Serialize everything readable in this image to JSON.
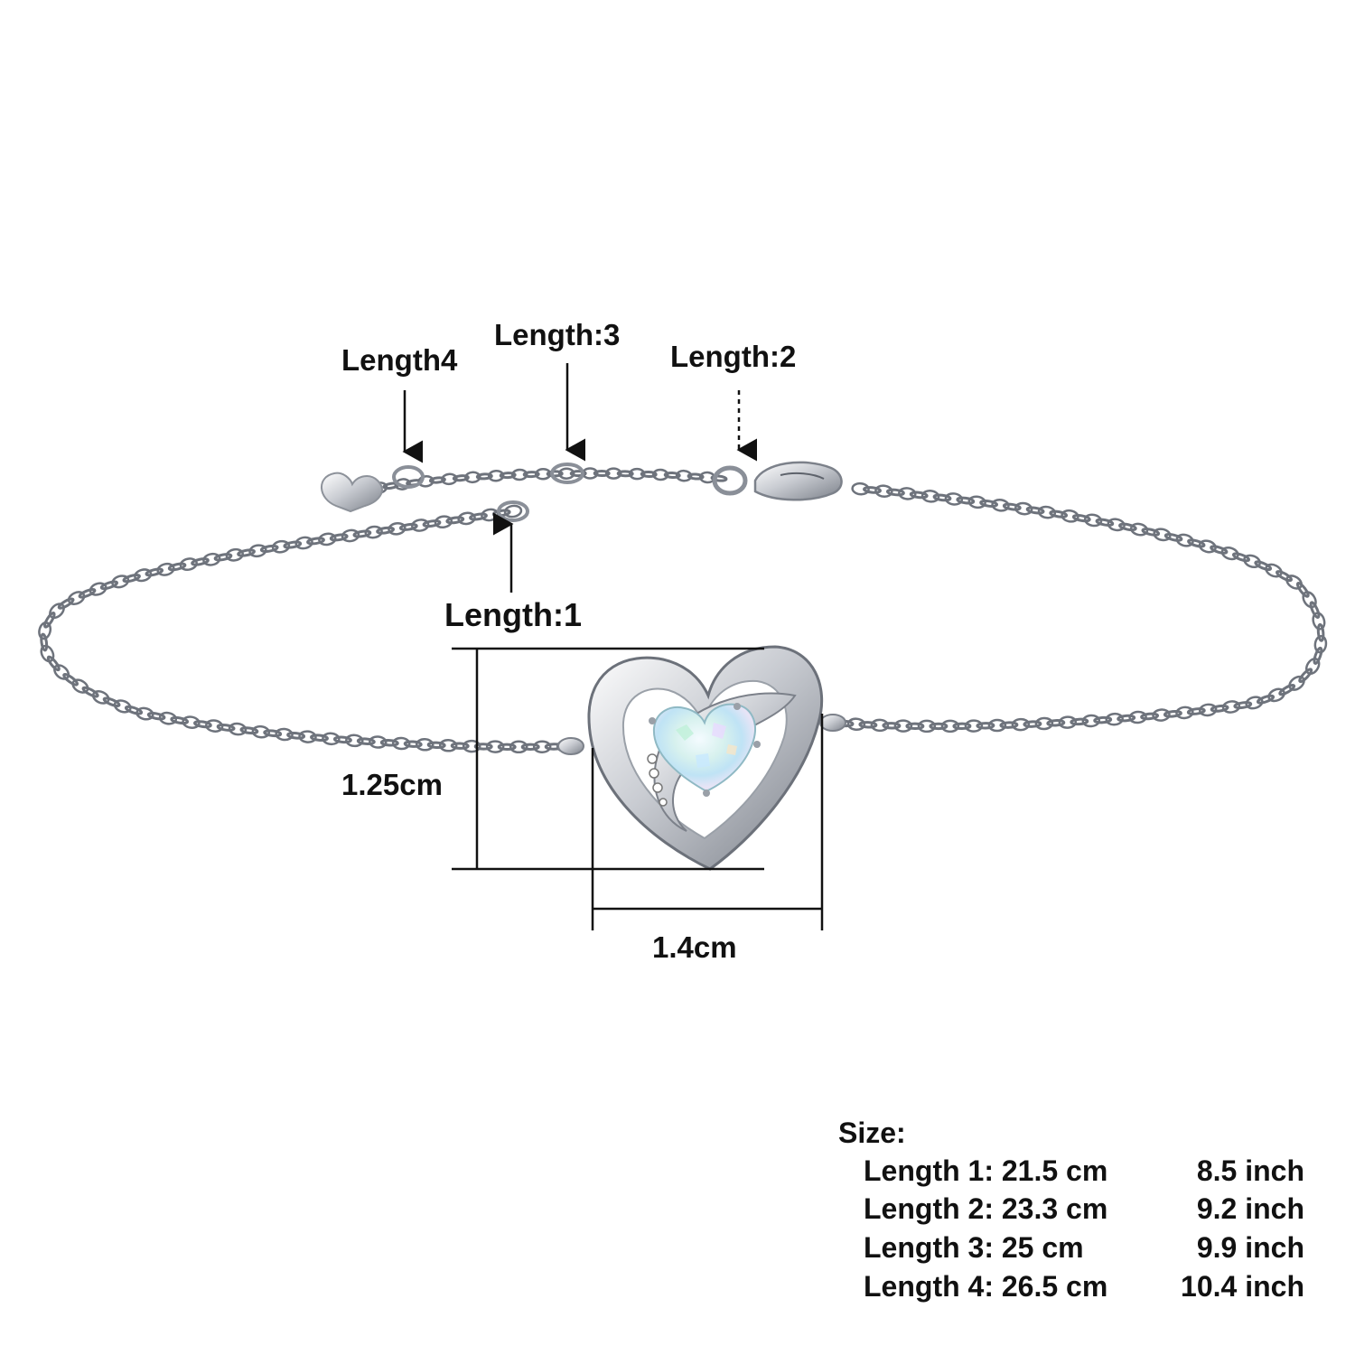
{
  "labels": {
    "length4": "Length4",
    "length3": "Length:3",
    "length2": "Length:2",
    "length1": "Length:1",
    "height": "1.25cm",
    "width": "1.4cm"
  },
  "size_table": {
    "title": "Size:",
    "rows": [
      {
        "label": "Length 1: 21.5 cm",
        "inch": "8.5 inch"
      },
      {
        "label": "Length 2: 23.3 cm",
        "inch": "9.2 inch"
      },
      {
        "label": "Length 3: 25 cm",
        "inch": "9.9 inch"
      },
      {
        "label": "Length 4: 26.5 cm",
        "inch": "10.4 inch"
      }
    ]
  },
  "colors": {
    "silver": "#b8bcc4",
    "silver_dark": "#6e737c",
    "opal": "#cfeef0"
  }
}
